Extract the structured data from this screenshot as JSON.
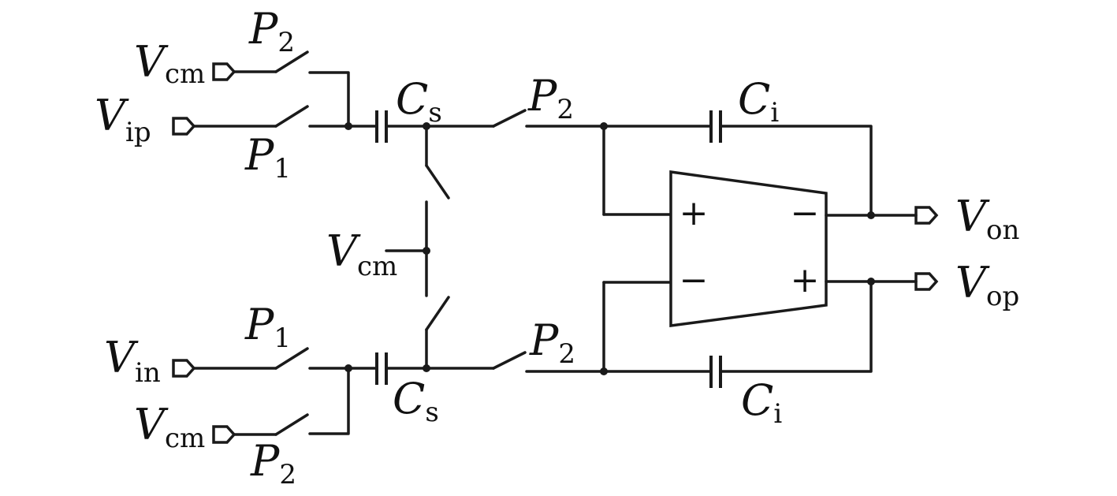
{
  "labels": {
    "vcm_top": {
      "main": "V",
      "sub": "cm"
    },
    "vip": {
      "main": "V",
      "sub": "ip"
    },
    "vcm_mid": {
      "main": "V",
      "sub": "cm"
    },
    "vin": {
      "main": "V",
      "sub": "in"
    },
    "vcm_bottom": {
      "main": "V",
      "sub": "cm"
    },
    "p2_top_left": {
      "main": "P",
      "sub": "2"
    },
    "p1_top_left": {
      "main": "P",
      "sub": "1"
    },
    "p1_bottom_left": {
      "main": "P",
      "sub": "1"
    },
    "p2_bottom_left": {
      "main": "P",
      "sub": "2"
    },
    "p2_top_mid": {
      "main": "P",
      "sub": "2"
    },
    "p2_bottom_mid": {
      "main": "P",
      "sub": "2"
    },
    "cs_top": {
      "main": "C",
      "sub": "s"
    },
    "cs_bottom": {
      "main": "C",
      "sub": "s"
    },
    "ci_top": {
      "main": "C",
      "sub": "i"
    },
    "ci_bottom": {
      "main": "C",
      "sub": "i"
    },
    "von": {
      "main": "V",
      "sub": "on"
    },
    "vop": {
      "main": "V",
      "sub": "op"
    }
  },
  "amplifier": {
    "input_plus": "+",
    "input_minus": "−",
    "output_minus": "−",
    "output_plus": "+"
  },
  "colors": {
    "ink": "#1a1a1a",
    "background": "#ffffff"
  }
}
